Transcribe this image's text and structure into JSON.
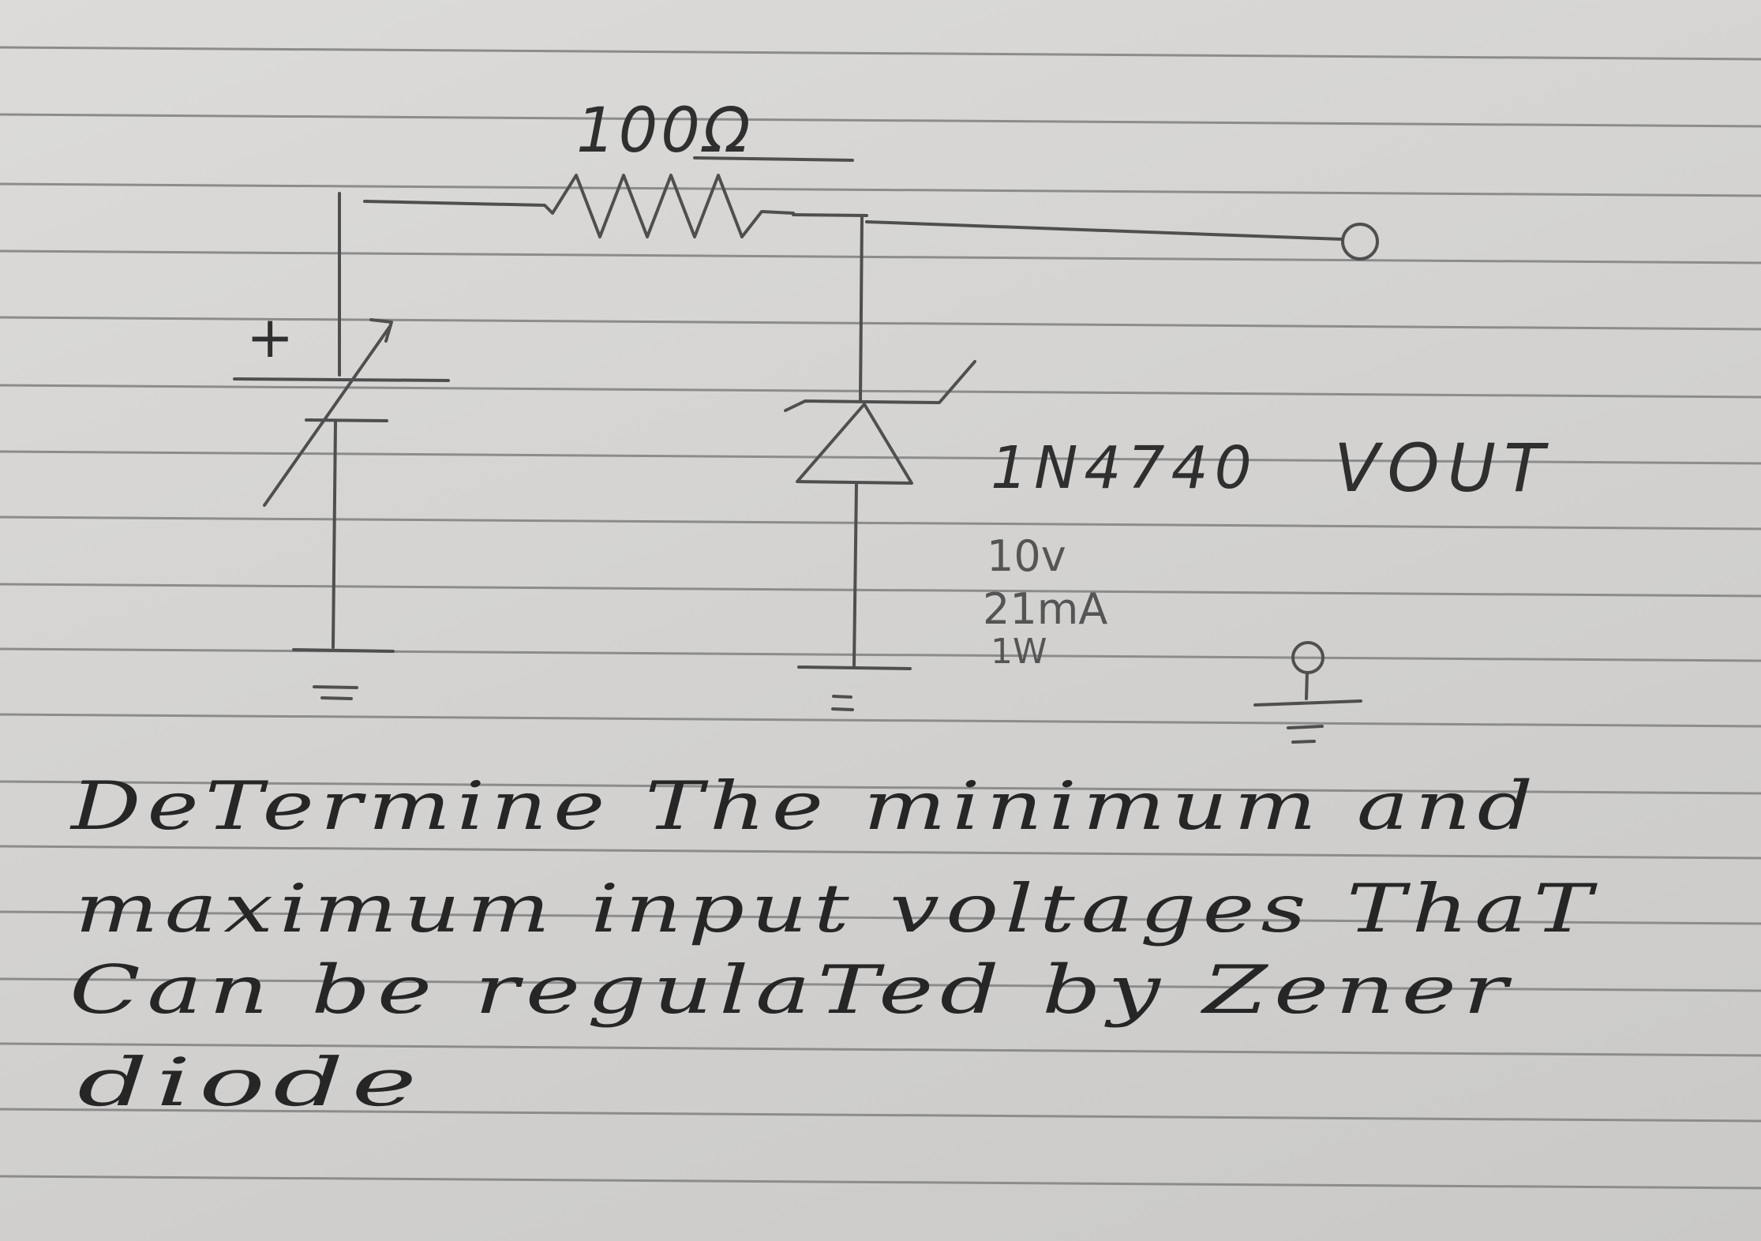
{
  "schematic": {
    "resistor_label": "100Ω",
    "source_plus": "+",
    "zener_part": "1N4740",
    "output_label": "VOUT",
    "zener_specs": [
      "10v",
      "21mA",
      "1W"
    ]
  },
  "question": {
    "lines": [
      "DeTermine The minimum and",
      "maximum input voltages ThaT",
      "Can be regulaTed by Zener",
      "diode"
    ]
  }
}
